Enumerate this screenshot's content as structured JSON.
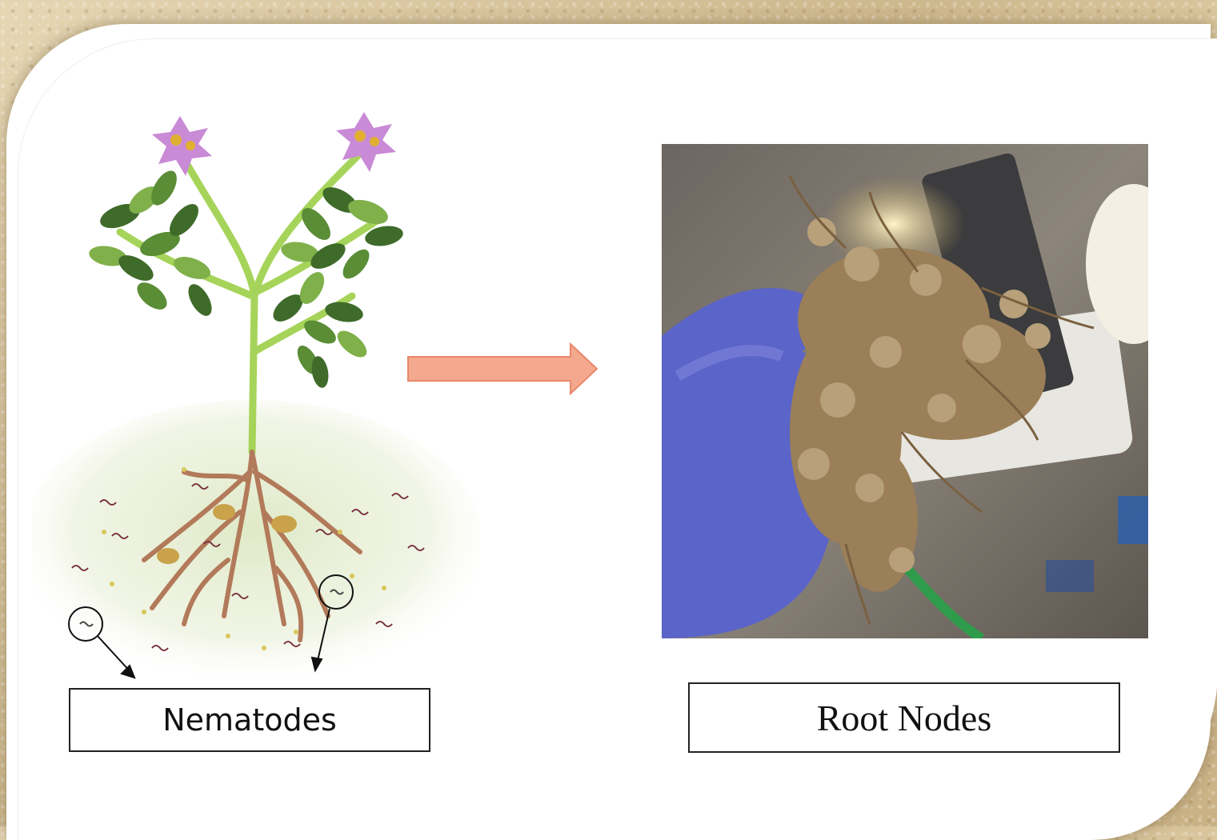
{
  "labels": {
    "left": "Nematodes",
    "right": "Root Nodes"
  },
  "icons": {
    "plant": "plant-with-roots-illustration",
    "arrow": "right-arrow-icon",
    "photo": "infected-root-photo"
  },
  "colors": {
    "arrow_fill": "#f4a98e",
    "arrow_stroke": "#e8876b",
    "leaf_dark": "#3f6b2a",
    "leaf_light": "#7fb04a",
    "stem": "#a6d45a",
    "flower": "#c98ad6",
    "root": "#b27a5a"
  }
}
